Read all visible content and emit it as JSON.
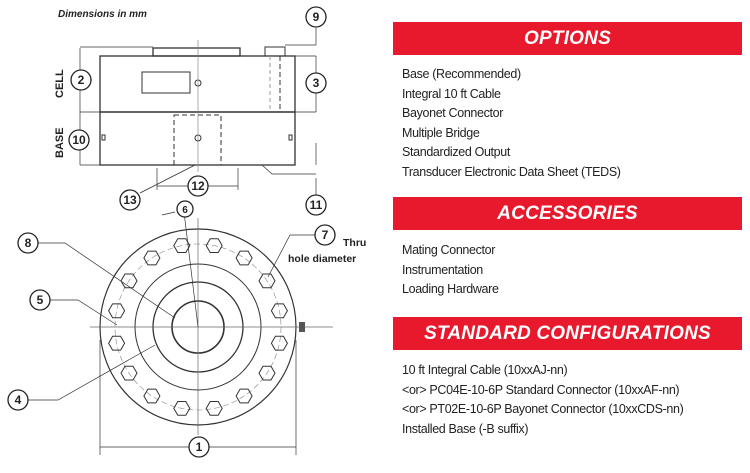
{
  "drawing": {
    "dimensions_note": "Dimensions in mm",
    "side_labels": {
      "cell": "CELL",
      "base": "BASE"
    },
    "callouts": [
      "1",
      "2",
      "3",
      "4",
      "5",
      "6",
      "7",
      "8",
      "9",
      "10",
      "11",
      "12",
      "13"
    ],
    "thru_hole_label": [
      "Thru",
      "hole diameter"
    ]
  },
  "options": {
    "title": "OPTIONS",
    "items": [
      "Base (Recommended)",
      "Integral 10 ft Cable",
      "Bayonet Connector",
      "Multiple Bridge",
      "Standardized Output",
      "Transducer Electronic Data Sheet (TEDS)"
    ]
  },
  "accessories": {
    "title": "ACCESSORIES",
    "items": [
      "Mating Connector",
      "Instrumentation",
      "Loading Hardware"
    ]
  },
  "standard_configurations": {
    "title": "STANDARD CONFIGURATIONS",
    "items": [
      "10 ft Integral Cable (10xxAJ-nn)",
      "<or> PC04E-10-6P Standard Connector (10xxAF-nn)",
      "<or> PT02E-10-6P Bayonet Connector (10xxCDS-nn)",
      "Installed Base (-B suffix)"
    ]
  },
  "colors": {
    "banner": "#e8192c",
    "text": "#222222",
    "line": "#333333"
  }
}
